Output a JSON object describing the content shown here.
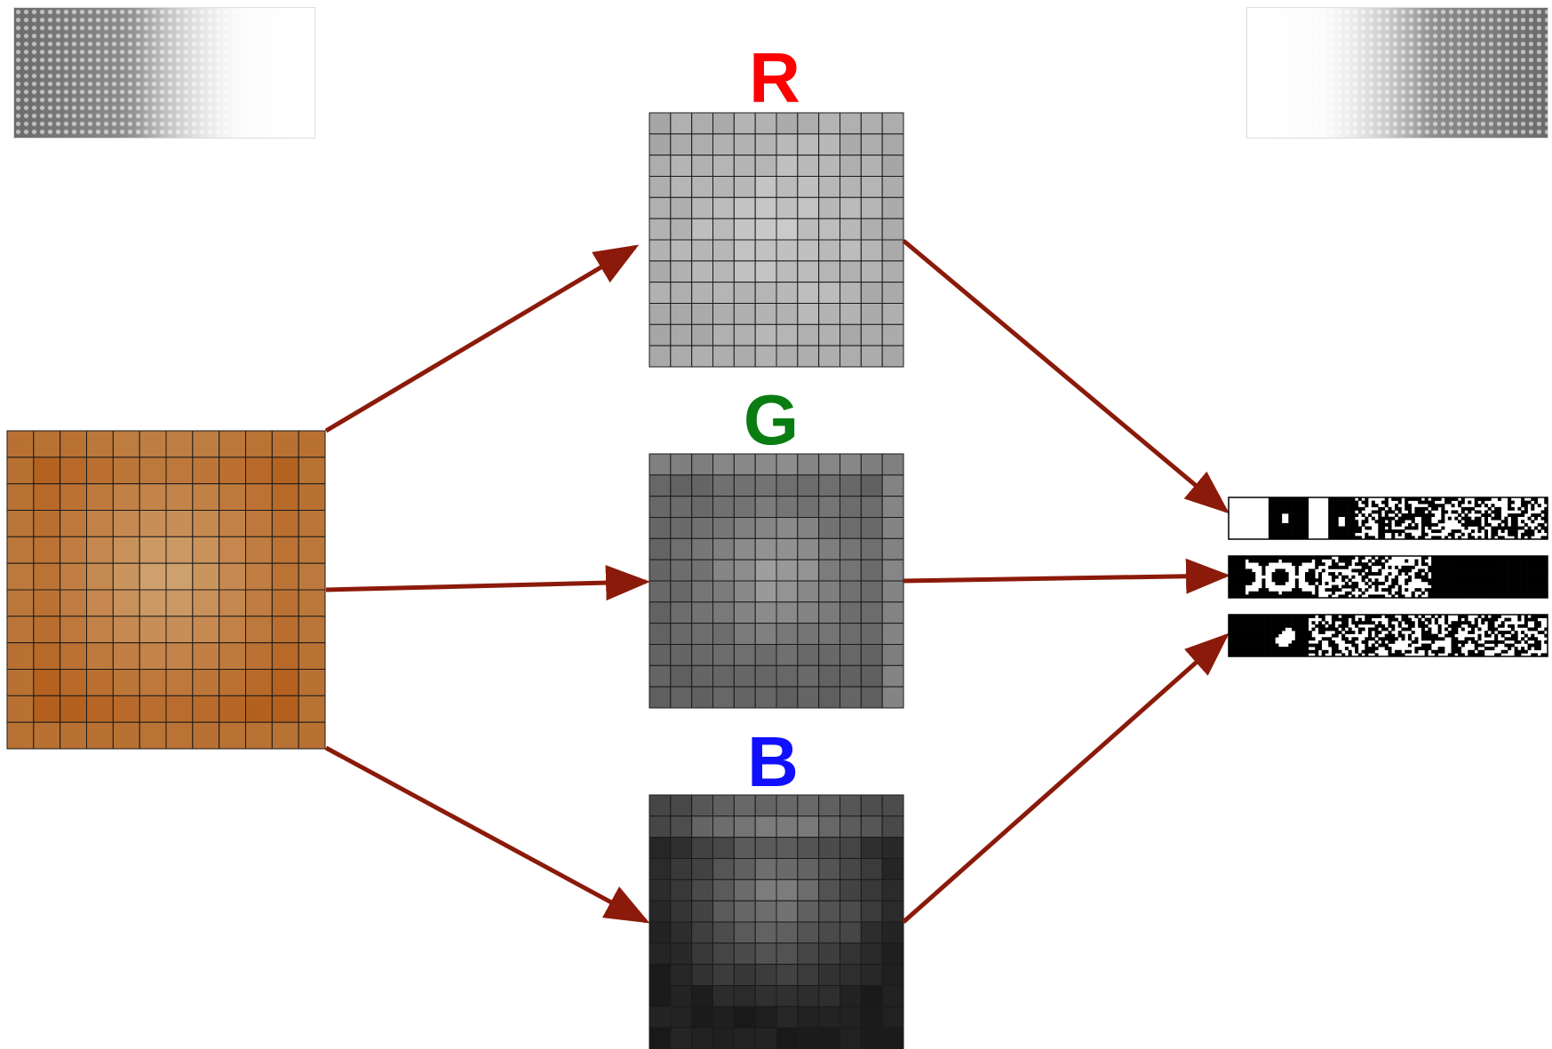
{
  "colors": {
    "arrow": "#8b1a0a",
    "red_label": "#ff0000",
    "green_label": "#0a7d12",
    "blue_label": "#1010ff"
  },
  "labels": {
    "r": "R",
    "g": "G",
    "b": "B"
  },
  "icons": [
    "arrow-icon"
  ],
  "grid_size": 12
}
